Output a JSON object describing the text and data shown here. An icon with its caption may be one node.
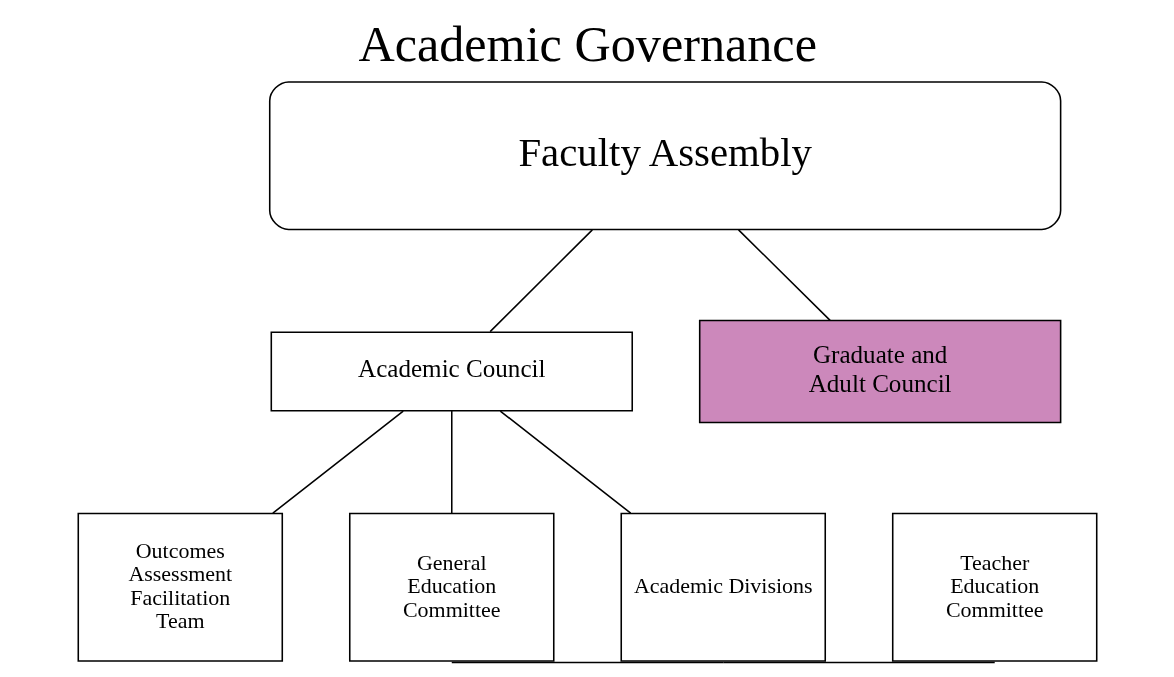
{
  "diagram": {
    "title": "Academic Governance",
    "nodes": [
      {
        "text": [
          "Faculty Assembly"
        ]
      },
      {
        "text": [
          "Academic Council"
        ]
      },
      {
        "text": [
          "Graduate and Adult Council"
        ]
      },
      {
        "text": [
          "Outcomes Assessment Facilitation Team"
        ]
      },
      {
        "text": [
          "General Education Committee"
        ]
      },
      {
        "text": [
          "Academic Divisions"
        ]
      },
      {
        "text": [
          "Teacher Education Committee"
        ]
      }
    ],
    "edges": [
      {
        "from": 0,
        "to": 1,
        "arrow": "none"
      },
      {
        "from": 0,
        "to": 2,
        "arrow": "none"
      },
      {
        "from": 1,
        "to": 3,
        "arrow": "none"
      },
      {
        "from": 1,
        "to": 4,
        "arrow": "none"
      },
      {
        "from": 1,
        "to": 5,
        "arrow": "none"
      },
      {
        "from": 4,
        "to": 5,
        "arrow": "none"
      },
      {
        "from": 5,
        "to": 6,
        "arrow": "none"
      }
    ]
  }
}
